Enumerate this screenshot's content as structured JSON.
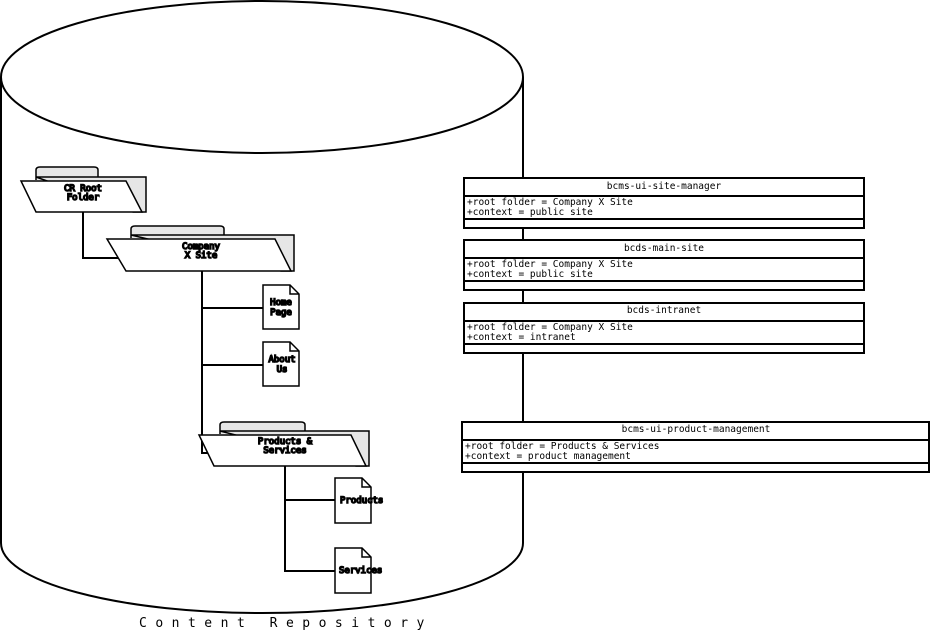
{
  "repository": {
    "label": "Content Repository"
  },
  "tree": {
    "root_folder": [
      "CR Root",
      "Folder"
    ],
    "site_folder": [
      "Company",
      "X Site"
    ],
    "home_page": [
      "Home",
      "Page"
    ],
    "about_us": [
      "About",
      "Us"
    ],
    "products_services_folder": [
      "Products &",
      "Services"
    ],
    "products_doc": [
      "Products"
    ],
    "services_doc": [
      "Services"
    ]
  },
  "contexts": [
    {
      "title": "bcms-ui-site-manager",
      "attributes": [
        "+root folder = Company X Site",
        "+context = public site"
      ]
    },
    {
      "title": "bcds-main-site",
      "attributes": [
        "+root folder = Company X Site",
        "+context = public site"
      ]
    },
    {
      "title": "bcds-intranet",
      "attributes": [
        "+root folder = Company X Site",
        "+context = intranet"
      ]
    },
    {
      "title": "bcms-ui-product-management",
      "attributes": [
        "+root folder = Products & Services",
        "+context = product management"
      ]
    }
  ],
  "colors": {
    "stroke": "#000000",
    "fill": "#ffffff",
    "folder_back": "#e6e6e6"
  }
}
